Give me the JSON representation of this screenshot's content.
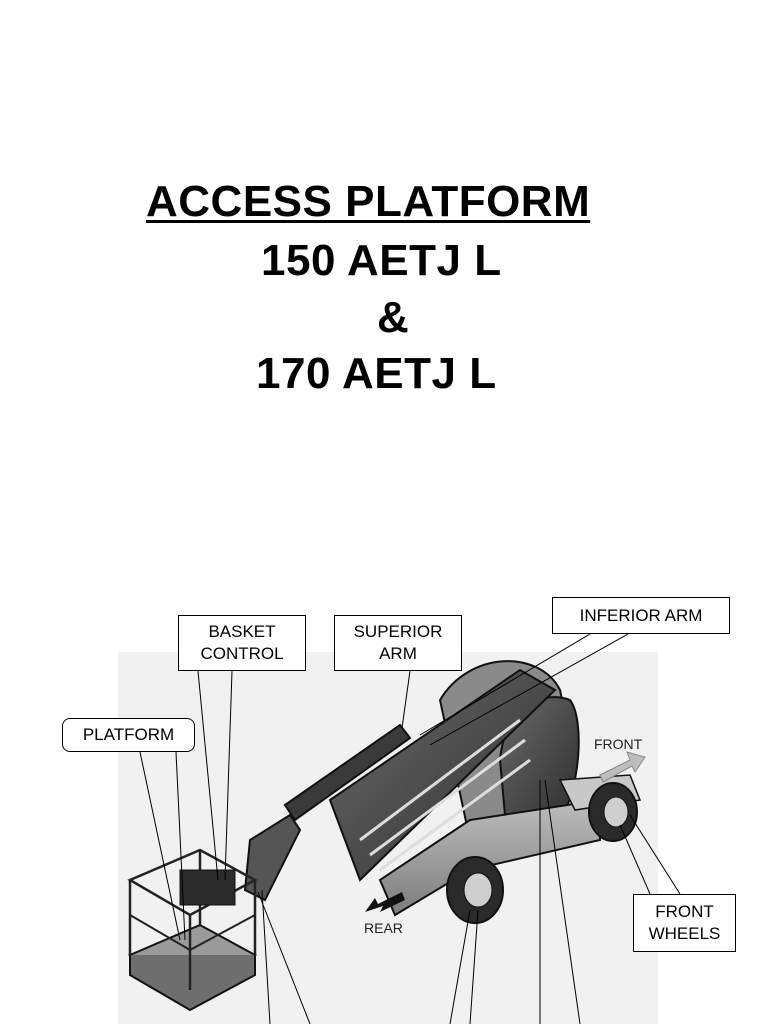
{
  "title": {
    "line1": "ACCESS PLATFORM",
    "line2": "150 AETJ L",
    "line3": "&",
    "line4": "170 AETJ L"
  },
  "labels": {
    "basket_control": [
      "BASKET",
      "CONTROL"
    ],
    "superior_arm": [
      "SUPERIOR",
      "ARM"
    ],
    "inferior_arm": "INFERIOR ARM",
    "platform": "PLATFORM",
    "front": "FRONT",
    "rear": "REAR",
    "front_wheels": [
      "FRONT",
      "WHEELS"
    ]
  }
}
